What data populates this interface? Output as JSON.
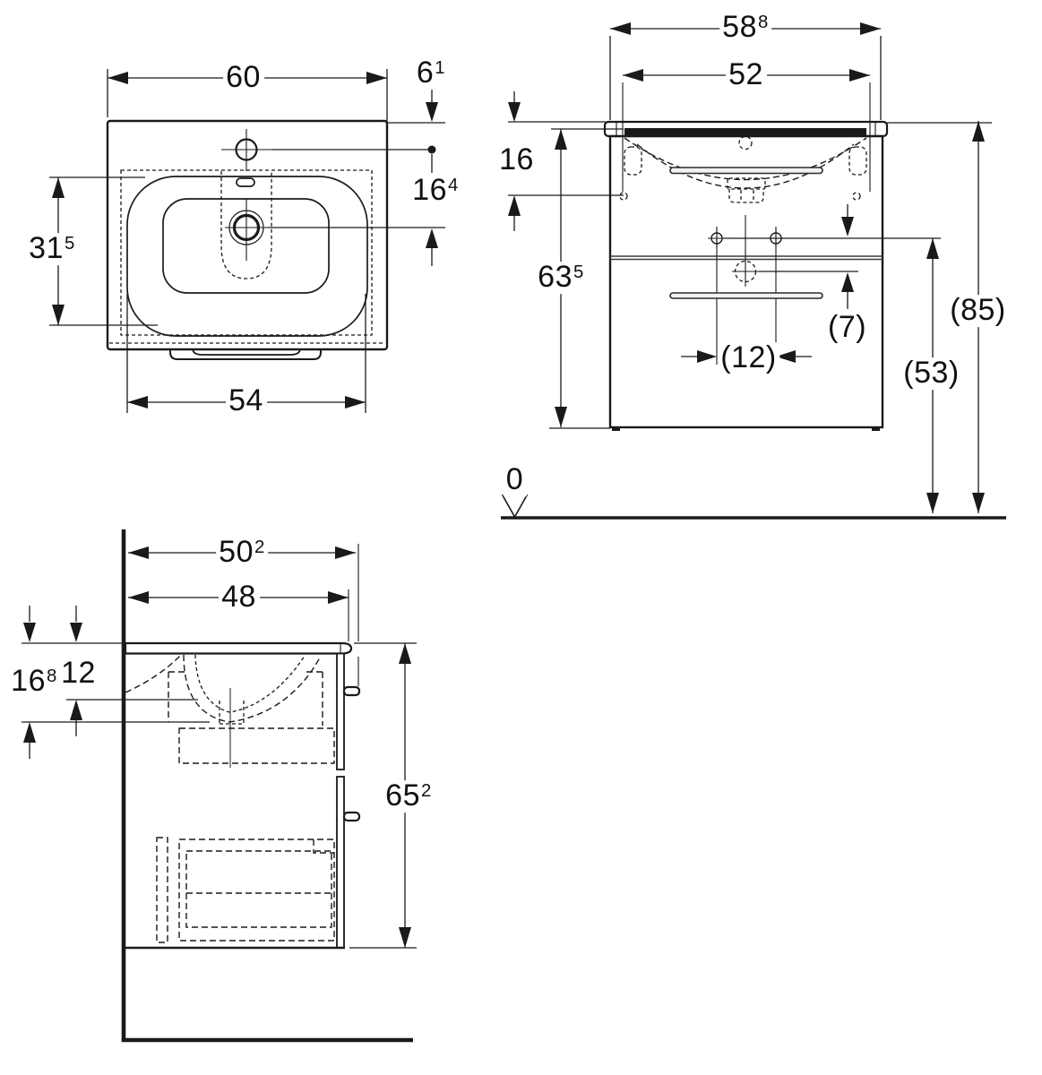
{
  "drawing": {
    "description": "Washbasin with vanity cabinet - dimensional technical drawing, three views (top, front, side), dimensions in cm",
    "colors": {
      "line": "#1a1a1a",
      "background": "#ffffff",
      "bar_fill": "#000000"
    },
    "views": {
      "top_view": {
        "dims": {
          "width": {
            "base": "60",
            "sup": ""
          },
          "tap_offset": {
            "base": "6",
            "sup": "1"
          },
          "tap_to_drain": {
            "base": "16",
            "sup": "4"
          },
          "basin_depth": {
            "base": "31",
            "sup": "5"
          },
          "bowl_width": {
            "base": "54",
            "sup": ""
          }
        }
      },
      "front_view": {
        "dims": {
          "total_width": {
            "base": "58",
            "sup": "8"
          },
          "ceramic_width": {
            "base": "52",
            "sup": ""
          },
          "washbasin_height": {
            "base": "16",
            "sup": ""
          },
          "cabinet_height": {
            "base": "63",
            "sup": "5"
          },
          "handle_to_drain": {
            "base": "(7)",
            "sup": ""
          },
          "handle_spacing": {
            "base": "(12)",
            "sup": ""
          },
          "floor_to_handle": {
            "base": "(53)",
            "sup": ""
          },
          "total_height": {
            "base": "(85)",
            "sup": ""
          },
          "floor_level": {
            "base": "0",
            "sup": ""
          }
        }
      },
      "side_view": {
        "dims": {
          "total_depth": {
            "base": "50",
            "sup": "2"
          },
          "cabinet_depth": {
            "base": "48",
            "sup": ""
          },
          "ceramic_bottom": {
            "base": "16",
            "sup": "8"
          },
          "bowl_depth": {
            "base": "12",
            "sup": ""
          },
          "total_height": {
            "base": "65",
            "sup": "2"
          }
        }
      }
    }
  }
}
